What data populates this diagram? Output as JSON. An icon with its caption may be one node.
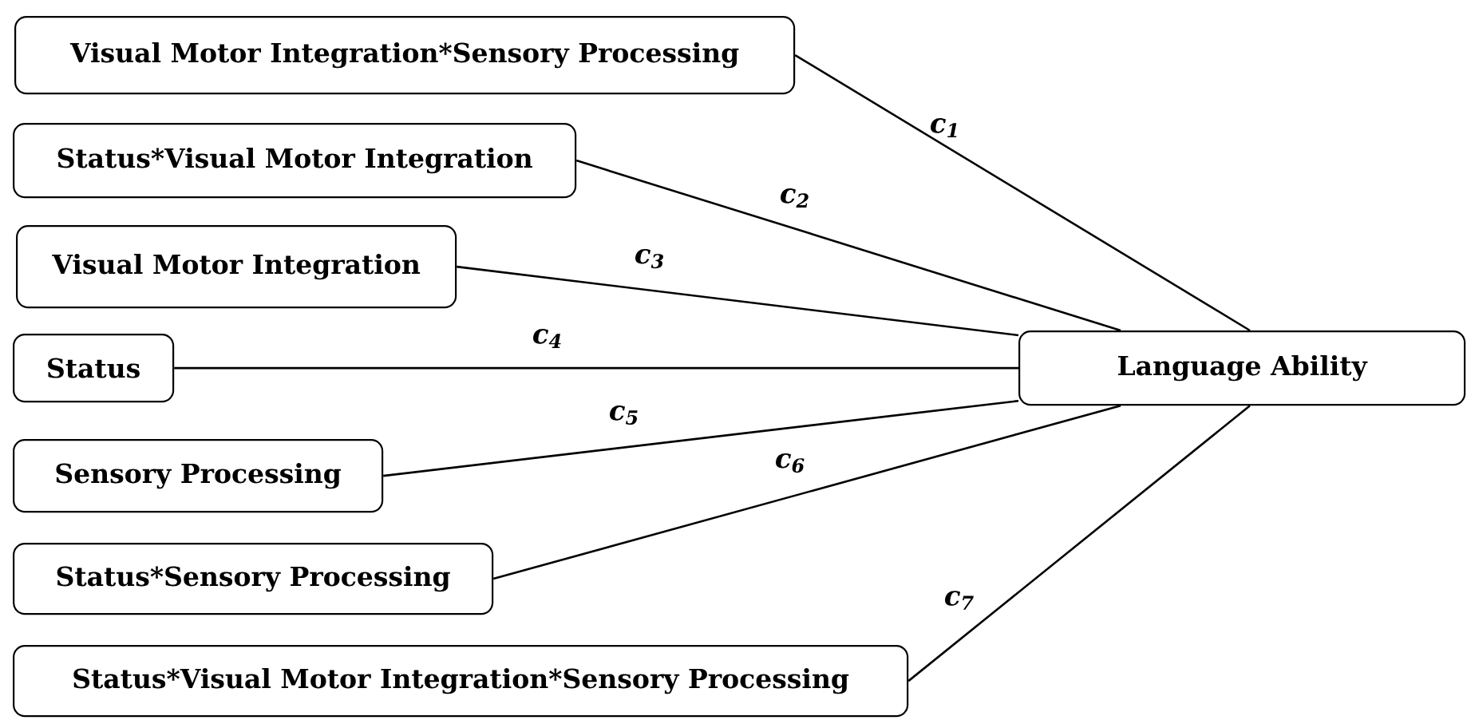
{
  "diagram": {
    "nodes": [
      {
        "text": [
          "Visual Motor Integration*Sensory Processing"
        ]
      },
      {
        "text": [
          "Status*Visual Motor Integration"
        ]
      },
      {
        "text": [
          "Visual Motor Integration"
        ]
      },
      {
        "text": [
          "Status"
        ]
      },
      {
        "text": [
          "Sensory Processing"
        ]
      },
      {
        "text": [
          "Status*Sensory Processing"
        ]
      },
      {
        "text": [
          "Status*Visual Motor Integration*Sensory Processing"
        ]
      },
      {
        "text": [
          "Language Ability"
        ]
      }
    ],
    "edges": [
      {
        "from": 0,
        "to": 7,
        "arrow": "none",
        "label": "c$_{1}$"
      },
      {
        "from": 1,
        "to": 7,
        "arrow": "none",
        "label": "c$_{2}$"
      },
      {
        "from": 2,
        "to": 7,
        "arrow": "none",
        "label": "c$_{3}$"
      },
      {
        "from": 3,
        "to": 7,
        "arrow": "none",
        "label": "c$_{4}$"
      },
      {
        "from": 4,
        "to": 7,
        "arrow": "none",
        "label": "c$_{5}$"
      },
      {
        "from": 5,
        "to": 7,
        "arrow": "none",
        "label": "c$_{6}$"
      },
      {
        "from": 6,
        "to": 7,
        "arrow": "none",
        "label": "c$_{7}$"
      }
    ]
  }
}
